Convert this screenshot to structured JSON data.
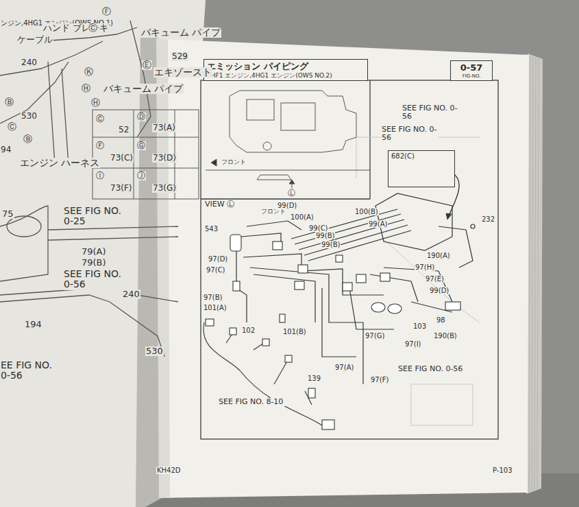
{
  "diagram": {
    "title": "エミッション パイピング",
    "nodes": [
      {
        "text": [
          "エミッション パイピング",
          "4HF1 エンジン,4HG1 エンジン(OWS NO.2)"
        ]
      },
      {
        "text": [
          "0-57",
          "FIG-NO."
        ]
      },
      {
        "text": [
          "682(C)"
        ]
      }
    ],
    "labels": [
      "ンジン,4HG1 エンジン(OWS NO.1)",
      "ハンド ブレーキ",
      "ケーブル",
      "Ⓒ",
      "Ⓕ",
      "バキューム パイプ",
      "529",
      "Ⓔ",
      "エキゾースト",
      "240",
      "Ⓚ",
      "Ⓗ",
      "Ⓗ",
      "バキューム パイプ",
      "Ⓑ",
      "530",
      "Ⓒ",
      "Ⓑ",
      "94",
      "エンジン ハーネス",
      "Ⓒ",
      "52",
      "Ⓓ",
      "73(A)",
      "Ⓕ",
      "73(C)",
      "Ⓖ",
      "73(D)",
      "Ⓘ",
      "73(F)",
      "Ⓙ",
      "73(G)",
      "75",
      "SEE FIG NO. 0-25",
      "79(A)",
      "79(B)",
      "SEE FIG NO. 0-56",
      "240",
      "194",
      "530",
      "EE FIG NO. 0-56",
      "SEE FIG NO. 0-56",
      "SEE FIG NO. 0-56",
      "フロント",
      "Ⓛ",
      "VIEW Ⓛ",
      "フロント",
      "543",
      "99(D)",
      "100(A)",
      "100(B)",
      "99(A)",
      "99(C)",
      "99(B)",
      "99(B)",
      "232",
      "97(D)",
      "97(C)",
      "97(B)",
      "101(A)",
      "102",
      "190(A)",
      "97(H)",
      "97(E)",
      "99(D)",
      "98",
      "103",
      "190(B)",
      "97(G)",
      "97(I)",
      "101(B)",
      "97(A)",
      "97(F)",
      "SEE FIG NO. 0-56",
      "SEE FIG NO. 8-10",
      "139",
      "KH42D",
      "P-103"
    ]
  }
}
